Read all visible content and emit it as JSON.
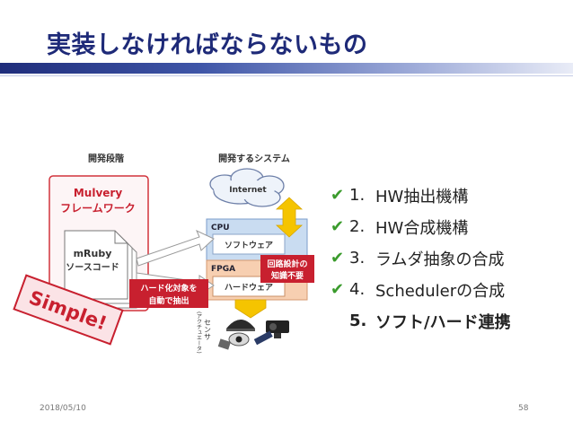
{
  "slide": {
    "title": "実装しなければならないもの",
    "date": "2018/05/10",
    "page_number": "58"
  },
  "diagram": {
    "header_dev_stage": "開発段階",
    "header_dev_system": "開発するシステム",
    "mulvery_line1": "Mulvery",
    "mulvery_line2": "フレームワーク",
    "mruby_line1": "mRuby",
    "mruby_line2": "ソースコード",
    "internet": "Internet",
    "cpu": "CPU",
    "software": "ソフトウェア",
    "fpga": "FPGA",
    "hardware": "ハードウェア",
    "no_circuit_line1": "回路設計の",
    "no_circuit_line2": "知識不要",
    "hw_target_line1": "ハード化対象を",
    "hw_target_line2": "自動で抽出",
    "simple_stamp": "Simple!",
    "sensor": "センサ",
    "actuator": "(アクチュエータ)"
  },
  "checklist": [
    {
      "number": "1.",
      "text": "HW抽出機構",
      "checked": true
    },
    {
      "number": "2.",
      "text": "HW合成機構",
      "checked": true
    },
    {
      "number": "3.",
      "text": "ラムダ抽象の合成",
      "checked": true
    },
    {
      "number": "4.",
      "text": "Schedulerの合成",
      "checked": true
    },
    {
      "number": "5.",
      "text": "ソフト/ハード連携",
      "checked": false
    }
  ],
  "colors": {
    "title": "#1e2a78",
    "accent_red": "#c8202f",
    "check_green": "#3a9b2c",
    "cpu_blue": "#c9dcf1",
    "fpga_orange": "#f7cfb1",
    "arrow_yellow": "#f5c400"
  },
  "icons": {
    "check": "✔"
  }
}
